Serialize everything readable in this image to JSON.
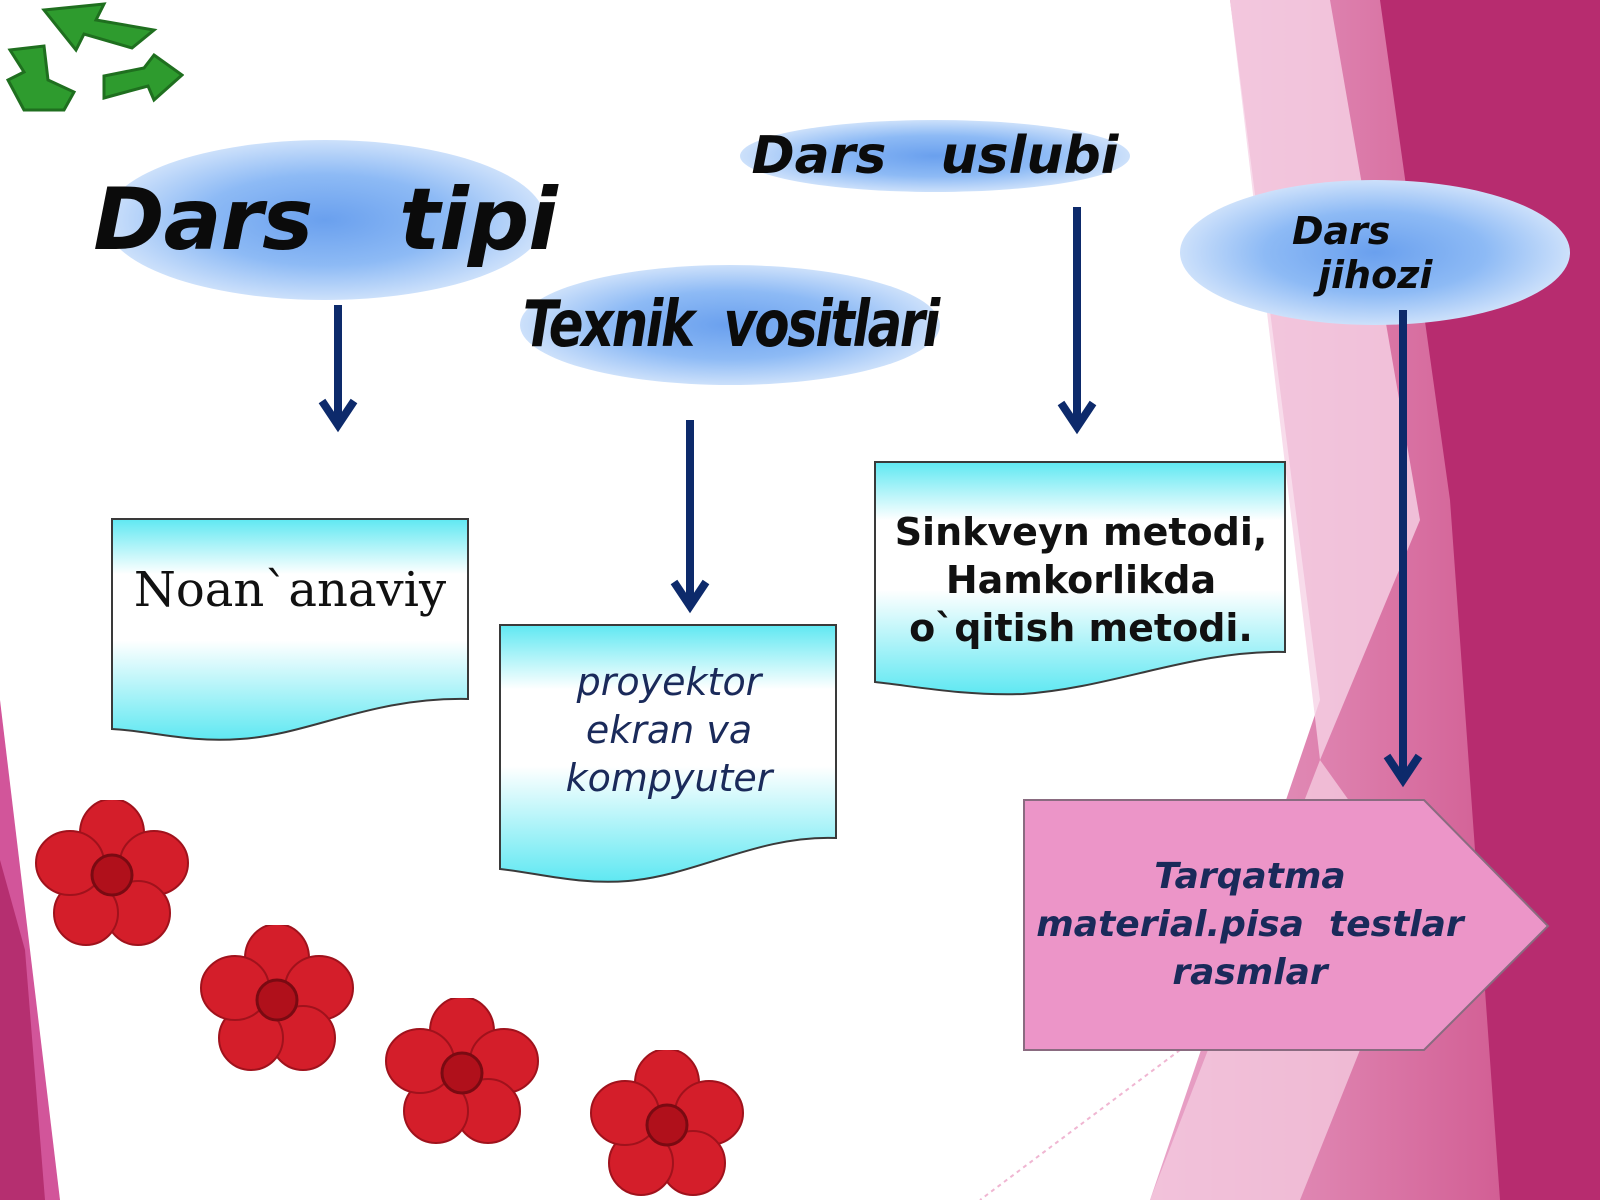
{
  "nodes": {
    "dars_tipi": {
      "label": "Dars   tipi"
    },
    "dars_uslubi": {
      "label": "Dars   uslubi"
    },
    "texnik_vositlari": {
      "label": "Texnik  vositlari"
    },
    "dars_jihozi": {
      "line1": "Dars",
      "line2": "jihozi"
    }
  },
  "boxes": {
    "noananaviy": {
      "text": "Noan`anaviy"
    },
    "proyektor": {
      "line1": "proyektor",
      "line2": "ekran va",
      "line3": "kompyuter"
    },
    "sinkveyn": {
      "line1": "Sinkveyn metodi,",
      "line2": "Hamkorlikda",
      "line3": "o`qitish metodi."
    },
    "tarqatma": {
      "line1": "Tarqatma",
      "line2": "material.pisa  testlar",
      "line3": "rasmlar"
    }
  },
  "colors": {
    "arrow": "#0d2a6b",
    "doc_top": "#ffffff",
    "doc_bottom": "#5fe8f2",
    "pink_box": "#ec95c8",
    "magenta": "#b2306f",
    "flower": "#d41e2a",
    "recycle": "#2e9b2e"
  },
  "icons": [
    "recycle-icon",
    "flower-icon"
  ]
}
